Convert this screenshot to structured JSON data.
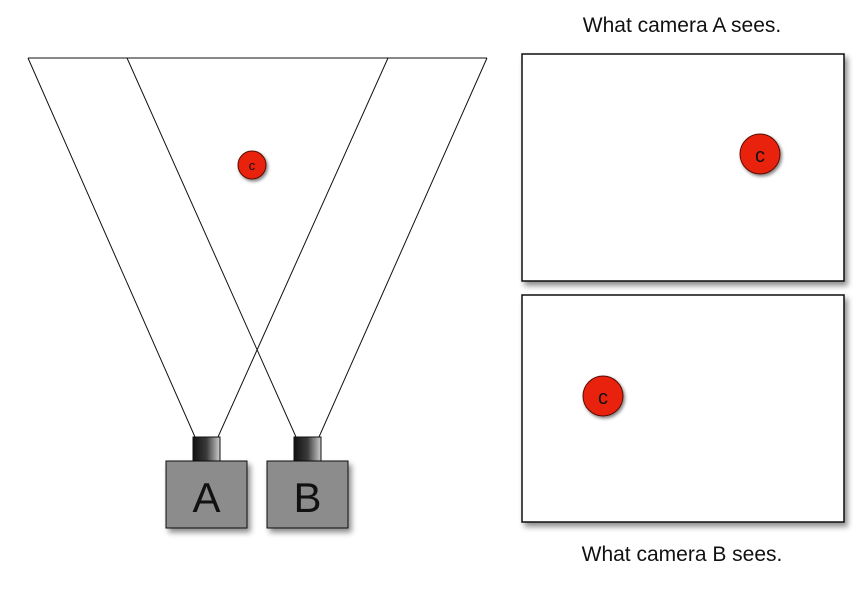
{
  "scene": {
    "object_label": "c",
    "object_color": "#e8230b",
    "cameras": [
      {
        "label": "A",
        "body_color": "#8c8c8c"
      },
      {
        "label": "B",
        "body_color": "#8c8c8c"
      }
    ]
  },
  "views": [
    {
      "caption": "What camera A sees.",
      "object_label": "c"
    },
    {
      "caption": "What camera B sees.",
      "object_label": "c"
    }
  ]
}
